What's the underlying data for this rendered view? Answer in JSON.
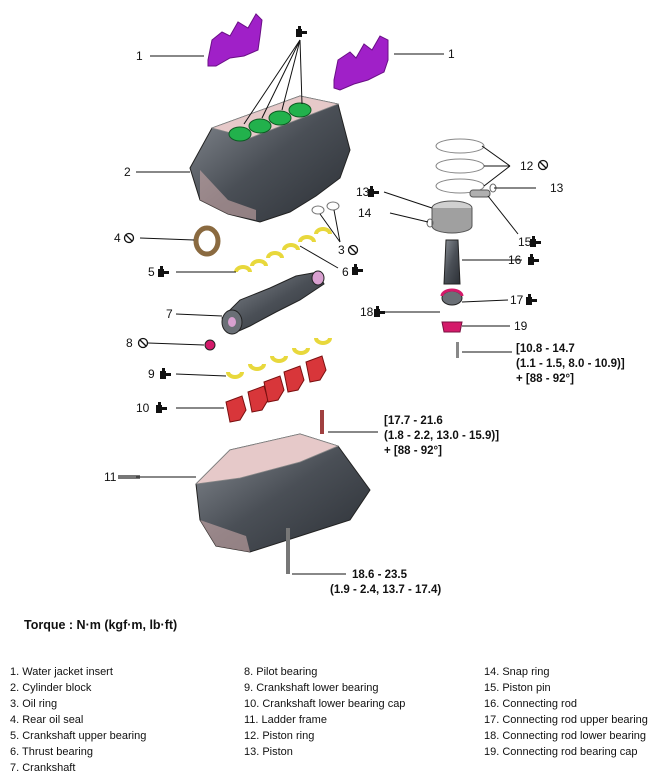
{
  "callouts": {
    "c1": "1",
    "c2": "2",
    "c3": "3",
    "c4": "4",
    "c5": "5",
    "c6": "6",
    "c7": "7",
    "c8": "8",
    "c9": "9",
    "c10": "10",
    "c11": "11",
    "c12": "12",
    "c13": "13",
    "c14": "14",
    "c15": "15",
    "c16": "16",
    "c17": "17",
    "c18": "18",
    "c19": "19"
  },
  "specs": {
    "connecting_rod_cap": {
      "line1": "[10.8 - 14.7",
      "line2": "(1.1 - 1.5, 8.0 - 10.9)]",
      "line3": "+ [88 - 92°]"
    },
    "bearing_cap": {
      "line1": "[17.7 - 21.6",
      "line2": "(1.8 - 2.2, 13.0 - 15.9)]",
      "line3": "+ [88 - 92°]"
    },
    "ladder_frame": {
      "line1": "18.6 - 23.5",
      "line2": "(1.9 - 2.4, 13.7 - 17.4)"
    }
  },
  "torque_label": "Torque : N·m (kgf·m, lb·ft)",
  "legend": {
    "col1": [
      "1. Water jacket insert",
      "2. Cylinder block",
      "3. Oil ring",
      "4. Rear oil seal",
      "5. Crankshaft upper bearing",
      "6. Thrust bearing",
      "7. Crankshaft"
    ],
    "col2": [
      "8. Pilot bearing",
      "9. Crankshaft lower bearing",
      "10. Crankshaft lower bearing cap",
      "11. Ladder frame",
      "12. Piston ring",
      "13. Piston"
    ],
    "col3": [
      "14. Snap ring",
      "15. Piston pin",
      "16. Connecting rod",
      "17. Connecting rod upper bearing",
      "18. Connecting rod lower bearing",
      "19. Connecting rod bearing cap"
    ]
  },
  "colors": {
    "jacket_insert": "#a020c8",
    "bores": "#22b14c",
    "engine_metal": "#5a5f66",
    "engine_highlight": "#e6c9c9",
    "bearing_cap": "#d8363a",
    "bearing_shell": "#e8d83c",
    "rod_accent": "#d41a6a"
  },
  "icons": {
    "replace": "no-reuse-icon",
    "torque": "torque-wrench-icon"
  }
}
